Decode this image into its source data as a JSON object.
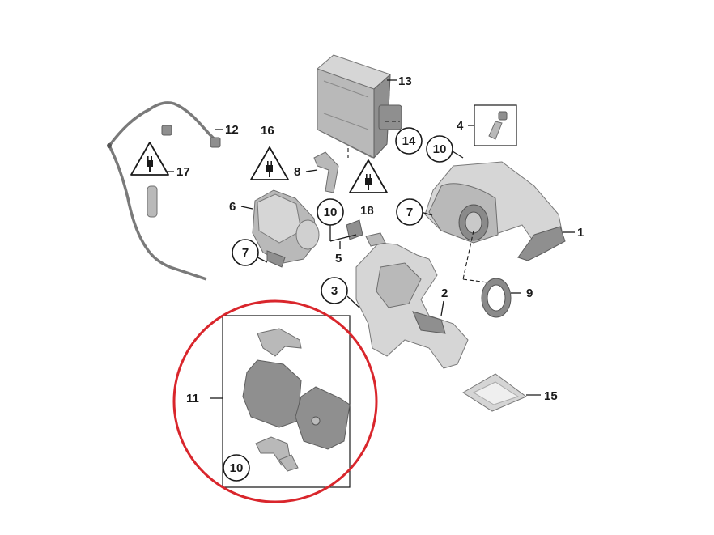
{
  "diagram": {
    "callouts": {
      "c1": "1",
      "c2": "2",
      "c3": "3",
      "c4": "4",
      "c5": "5",
      "c6": "6",
      "c7a": "7",
      "c7b": "7",
      "c8": "8",
      "c9": "9",
      "c10a": "10",
      "c10b": "10",
      "c10c": "10",
      "c11": "11",
      "c12": "12",
      "c13": "13",
      "c14": "14",
      "c15": "15",
      "c16": "16",
      "c17": "17",
      "c18": "18"
    },
    "colors": {
      "highlight_ring": "#d9262c",
      "part_fill": "#b9b9b9",
      "line": "#1a1a1a"
    },
    "icons": [
      "warning-plug-icon"
    ]
  }
}
